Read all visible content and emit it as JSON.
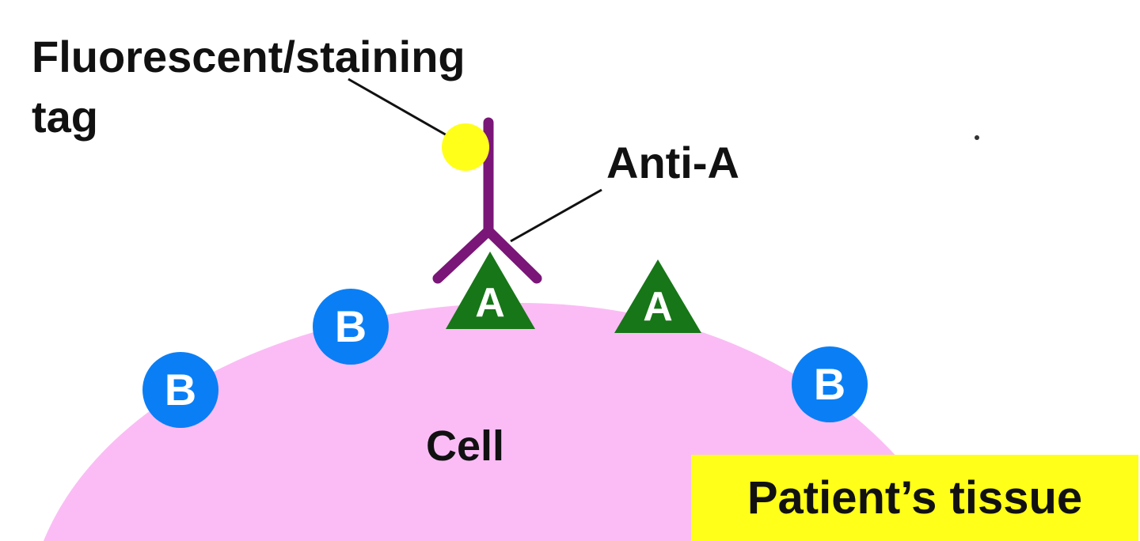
{
  "labels": {
    "tag": "Fluorescent/staining tag",
    "antibody": "Anti-A",
    "cell": "Cell",
    "tissue": "Patient’s tissue"
  },
  "antigens": {
    "a_letter": "A",
    "b_letter": "B"
  },
  "colors": {
    "cell_fill": "#fbbcf5",
    "antibody": "#7a1678",
    "tag_dot": "#ffff1a",
    "antigen_a": "#177617",
    "antigen_b": "#0a7ff5",
    "tissue_box": "#ffff1a"
  }
}
